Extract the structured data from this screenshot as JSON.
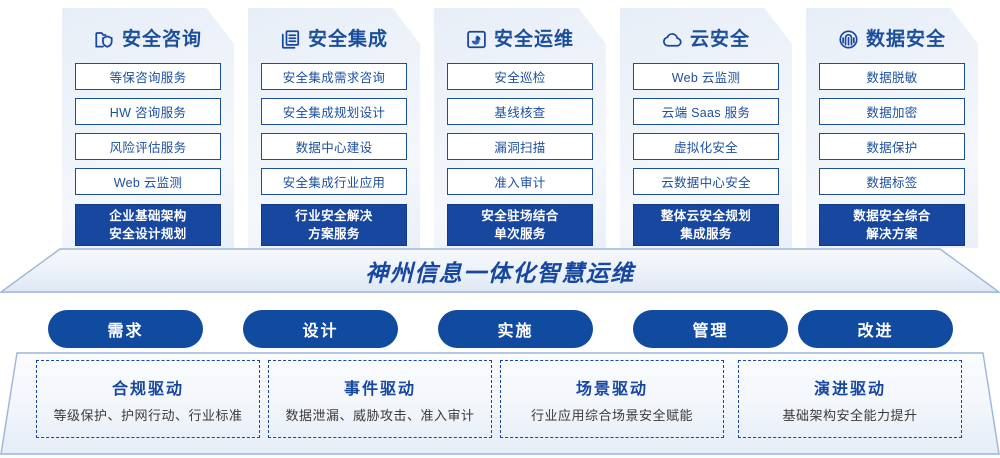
{
  "columns": [
    {
      "id": "security-consulting",
      "title": "安全咨询",
      "icon": "folder-shield-icon",
      "items": [
        "等保咨询服务",
        "HW 咨询服务",
        "风险评估服务",
        "Web 云监测"
      ],
      "footer_line1": "企业基础架构",
      "footer_line2": "安全设计规划"
    },
    {
      "id": "security-integration",
      "title": "安全集成",
      "icon": "documents-copy-icon",
      "items": [
        "安全集成需求咨询",
        "安全集成规划设计",
        "数据中心建设",
        "安全集成行业应用"
      ],
      "footer_line1": "行业安全解决",
      "footer_line2": "方案服务"
    },
    {
      "id": "security-operations",
      "title": "安全运维",
      "icon": "pie-chart-board-icon",
      "items": [
        "安全巡检",
        "基线核查",
        "漏洞扫描",
        "准入审计"
      ],
      "footer_line1": "安全驻场结合",
      "footer_line2": "单次服务"
    },
    {
      "id": "cloud-security",
      "title": "云安全",
      "icon": "cloud-icon",
      "items": [
        "Web 云监测",
        "云端 Saas 服务",
        "虚拟化安全",
        "云数据中心安全"
      ],
      "footer_line1": "整体云安全规划",
      "footer_line2": "集成服务"
    },
    {
      "id": "data-security",
      "title": "数据安全",
      "icon": "fingerprint-icon",
      "items": [
        "数据脱敏",
        "数据加密",
        "数据保护",
        "数据标签"
      ],
      "footer_line1": "数据安全综合",
      "footer_line2": "解决方案"
    }
  ],
  "banner": {
    "text": "神州信息一体化智慧运维"
  },
  "phases": [
    "需求",
    "设计",
    "实施",
    "管理",
    "改进"
  ],
  "drivers": [
    {
      "title": "合规驱动",
      "subtitle": "等级保护、护网行动、行业标准"
    },
    {
      "title": "事件驱动",
      "subtitle": "数据泄漏、威胁攻击、准入审计"
    },
    {
      "title": "场景驱动",
      "subtitle": "行业应用综合场景安全赋能"
    },
    {
      "title": "演进驱动",
      "subtitle": "基础架构安全能力提升"
    }
  ],
  "colors": {
    "primary": "#17479e",
    "pill": "#104b9f",
    "border": "#1b4f9c",
    "panel_bg": "#eef3fa"
  }
}
